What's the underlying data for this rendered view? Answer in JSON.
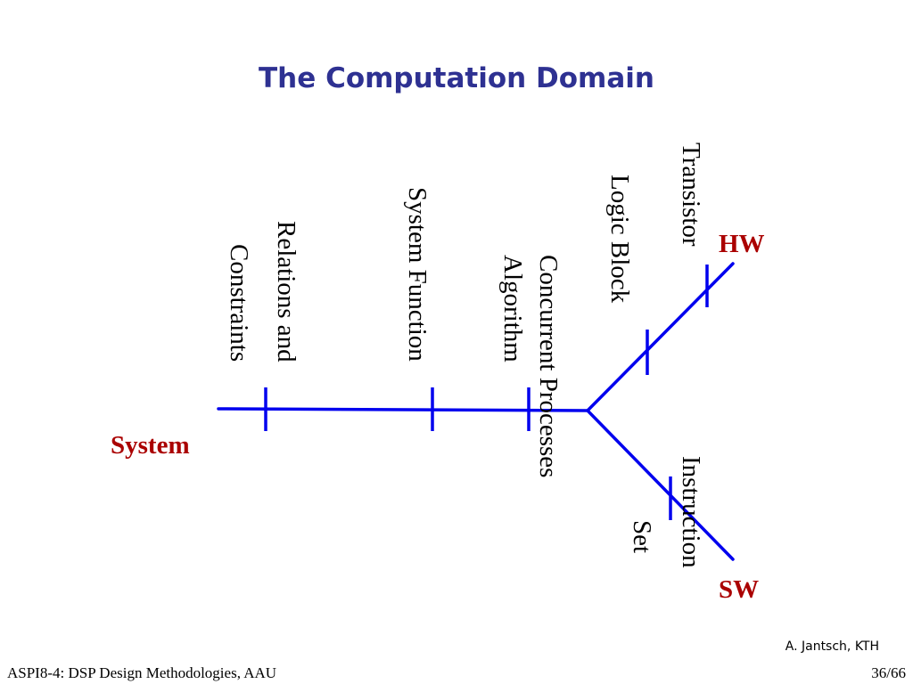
{
  "slide": {
    "title": "The Computation Domain",
    "credit": "A. Jantsch, KTH",
    "footer_left": "ASPI8-4: DSP Design Methodologies, AAU",
    "page_number": "36/66"
  },
  "diagram": {
    "colors": {
      "line": "#0000ee",
      "endpoint_label": "#aa0000",
      "title": "#2e3192"
    },
    "branches": {
      "system": {
        "label": "System"
      },
      "hw": {
        "label": "HW"
      },
      "sw": {
        "label": "SW"
      }
    },
    "levels": [
      {
        "id": "relations",
        "lines": [
          "Relations and",
          "Constraints"
        ]
      },
      {
        "id": "system-function",
        "lines": [
          "System Function"
        ]
      },
      {
        "id": "concurrent-processes",
        "lines": [
          "Concurrent Processes",
          "Algorithm"
        ]
      },
      {
        "id": "logic-block",
        "lines": [
          "Logic Block"
        ]
      },
      {
        "id": "transistor",
        "lines": [
          "Transistor"
        ]
      },
      {
        "id": "instruction-set",
        "lines": [
          "Instruction",
          "Set"
        ]
      }
    ]
  }
}
